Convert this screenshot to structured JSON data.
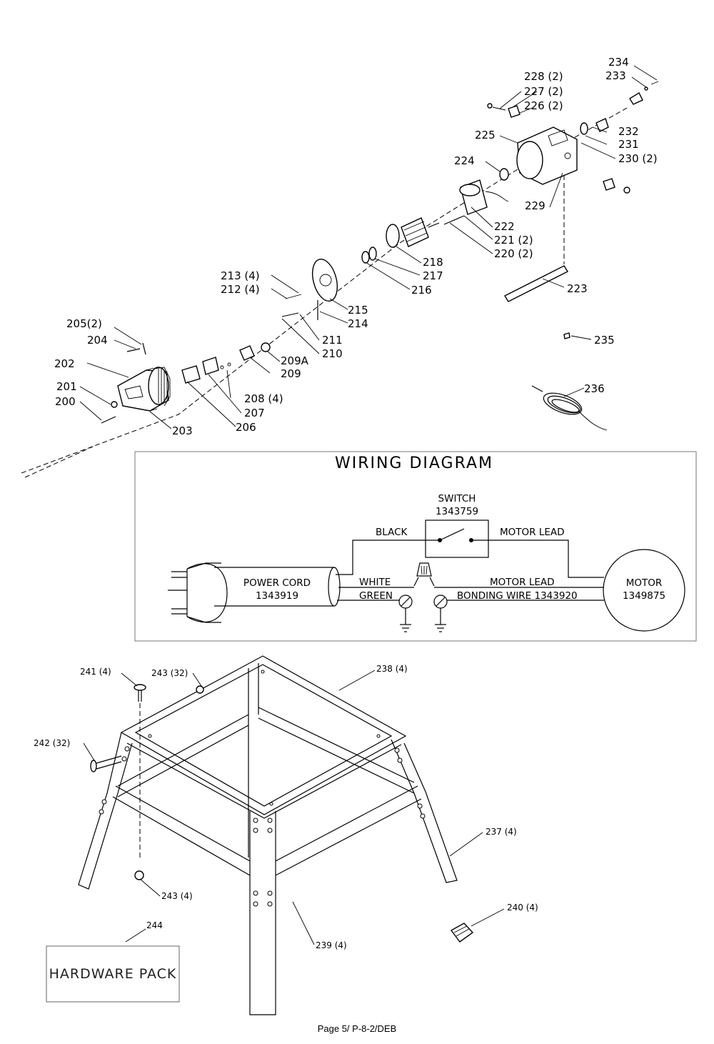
{
  "callouts": {
    "c234": "234",
    "c233": "233",
    "c228": "228 (2)",
    "c227": "227 (2)",
    "c226": "226 (2)",
    "c225": "225",
    "c232": "232",
    "c231": "231",
    "c230": "230 (2)",
    "c224": "224",
    "c229": "229",
    "c222": "222",
    "c221": "221 (2)",
    "c220": "220 (2)",
    "c218": "218",
    "c217": "217",
    "c216": "216",
    "c223": "223",
    "c213": "213 (4)",
    "c212": "212 (4)",
    "c215": "215",
    "c214": "214",
    "c211": "211",
    "c210": "210",
    "c205": "205(2)",
    "c204": "204",
    "c209a": "209A",
    "c209": "209",
    "c235": "235",
    "c202": "202",
    "c201": "201",
    "c200": "200",
    "c208": "208 (4)",
    "c207": "207",
    "c206": "206",
    "c203": "203",
    "c236": "236",
    "c241": "241 (4)",
    "c243a": "243 (32)",
    "c238": "238 (4)",
    "c242": "242 (32)",
    "c237": "237 (4)",
    "c243b": "243 (4)",
    "c244": "244",
    "c240": "240 (4)",
    "c239": "239 (4)"
  },
  "wiring": {
    "title": "WIRING DIAGRAM",
    "switch_label": "SWITCH",
    "switch_number": "1343759",
    "black": "BLACK",
    "motor_lead_top": "MOTOR LEAD",
    "white": "WHITE",
    "motor_lead_mid": "MOTOR LEAD",
    "green": "GREEN",
    "bonding_wire": "BONDING WIRE 1343920",
    "power_cord_label": "POWER CORD",
    "power_cord_number": "1343919",
    "motor_label": "MOTOR",
    "motor_number": "1349875"
  },
  "hardware_pack": "HARDWARE PACK",
  "footer": "Page 5/ P-8-2/DEB"
}
